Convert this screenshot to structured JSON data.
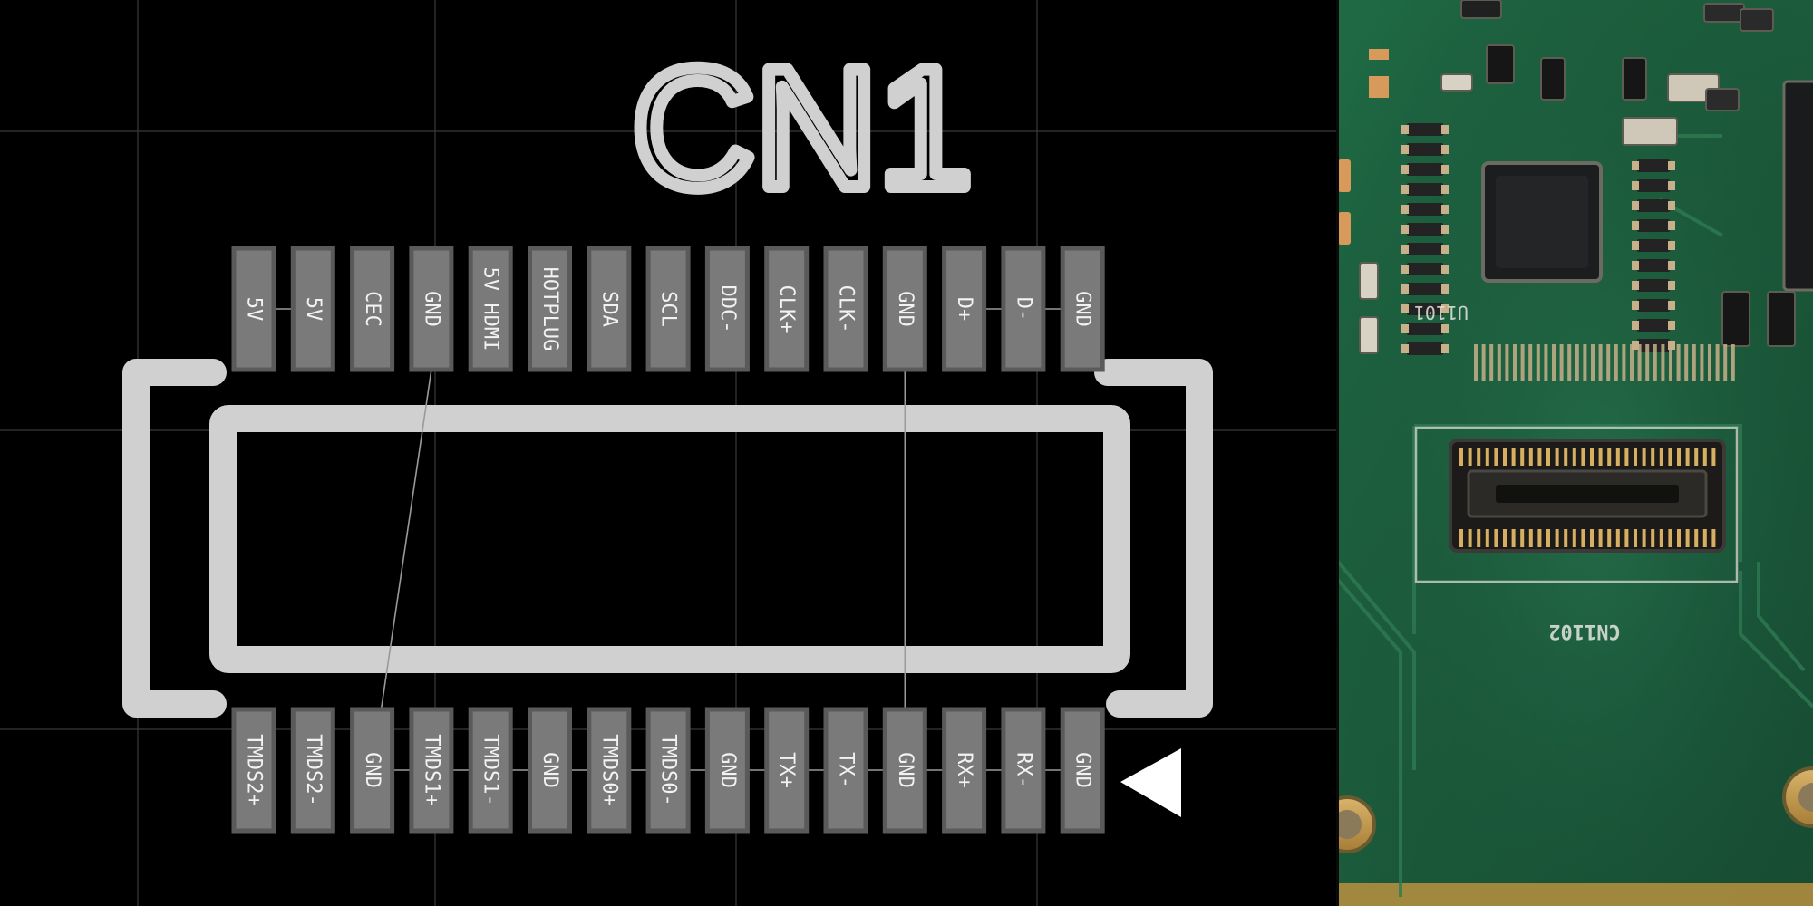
{
  "footprint": {
    "designator": "CN1",
    "top_row_pins": [
      "5V",
      "5V",
      "CEC",
      "GND",
      "5V_HDMI",
      "HOTPLUG",
      "SDA",
      "SCL",
      "DDC-",
      "CLK+",
      "CLK-",
      "GND",
      "D+",
      "D-",
      "GND"
    ],
    "bottom_row_pins": [
      "TMDS2+",
      "TMDS2-",
      "GND",
      "TMDS1+",
      "TMDS1-",
      "GND",
      "TMDS0+",
      "TMDS0-",
      "GND",
      "TX+",
      "TX-",
      "GND",
      "RX+",
      "RX-",
      "GND"
    ],
    "pin1_marker": "triangle"
  },
  "photo": {
    "board_color": "#1d5a3a",
    "silkscreen_labels": [
      "CN1102",
      "U1101"
    ]
  },
  "colors": {
    "background": "#000000",
    "grid": "#3a3a3a",
    "silkscreen": "#d0d0d0",
    "pad": "#7a7a7a",
    "pad_border": "#5a5a5a",
    "pad_text": "#f2f2f2",
    "ratsnest": "#9a9a9a"
  }
}
